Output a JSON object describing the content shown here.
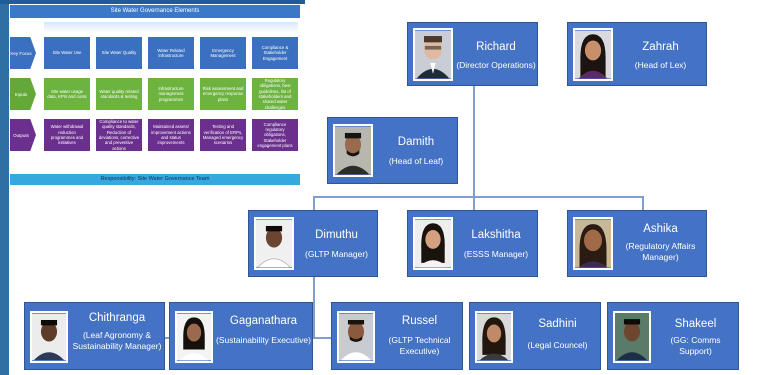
{
  "governance": {
    "title": "Site Water Governance Elements",
    "rows": [
      {
        "label": "Key Focus",
        "cells": [
          "Site Water Use",
          "Site Water Quality",
          "Water Related Infrastructure",
          "Emergency Management",
          "Compliance & Stakeholder Engagement"
        ]
      },
      {
        "label": "Inputs",
        "cells": [
          "Site water usage data, KPIs and costs",
          "Water quality related standards & testing",
          "Infrastructure management programmes",
          "Risk assessment and emergency response plans",
          "Regulatory obligations, best guidelines, list of stakeholders and shared water challenges"
        ]
      },
      {
        "label": "Outputs",
        "cells": [
          "Water withdrawal reduction programmes and initiatives",
          "Compliance to water quality standards, Reduction of deviations, corrective and preventive actions",
          "Maintained assets/ improvement actions and status improvements",
          "Testing and verification of ERPs, Managed emergency scenarios",
          "Compliance regulatory obligations, Stakeholder engagement plans"
        ]
      }
    ],
    "footer": "Responsibility: Site Water Governance Team"
  },
  "org": {
    "richard": {
      "name": "Richard",
      "role": "(Director Operations)"
    },
    "zahrah": {
      "name": "Zahrah",
      "role": "(Head of Lex)"
    },
    "damith": {
      "name": "Damith",
      "role": "(Head of Leaf)"
    },
    "dimuthu": {
      "name": "Dimuthu",
      "role": "(GLTP Manager)"
    },
    "lakshitha": {
      "name": "Lakshitha",
      "role": "(ESSS Manager)"
    },
    "ashika": {
      "name": "Ashika",
      "role": "(Regulatory Affairs Manager)"
    },
    "chithranga": {
      "name": "Chithranga",
      "role": "(Leaf Agronomy & Sustainability Manager)"
    },
    "gaganathara": {
      "name": "Gaganathara",
      "role": "(Sustainability Executive)"
    },
    "russel": {
      "name": "Russel",
      "role": "(GLTP Technical Executive)"
    },
    "sadhini": {
      "name": "Sadhini",
      "role": "(Legal Councel)"
    },
    "shakeel": {
      "name": "Shakeel",
      "role": "(GG: Comms Support)"
    }
  },
  "colors": {
    "card": "#4472c4",
    "connector": "#7f9fd0",
    "key_focus": "#3b6fbf",
    "inputs": "#6db33f",
    "outputs": "#6b2f8e",
    "footer": "#35a9dd"
  }
}
